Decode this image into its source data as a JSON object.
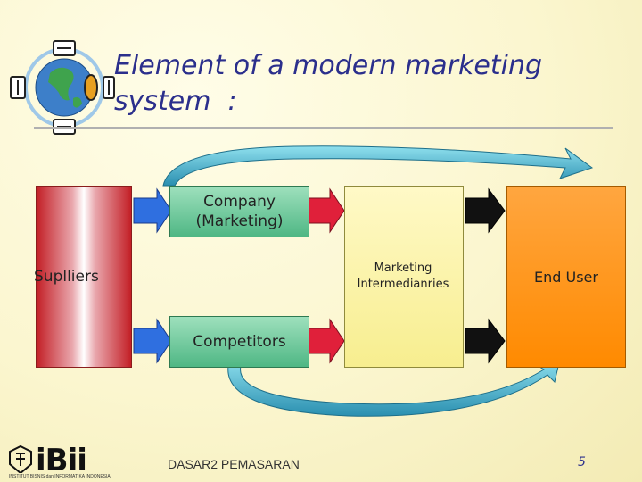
{
  "slide": {
    "title": "Element of a modern marketing system :",
    "title_line1": "Element of a modern marketing",
    "title_line2": "system  :",
    "boxes": {
      "suppliers": "Suplliers",
      "company_line1": "Company",
      "company_line2": "(Marketing)",
      "competitors": "Competitors",
      "intermediaries_line1": "Marketing",
      "intermediaries_line2": "Intermedianries",
      "end_user": "End User"
    },
    "colors": {
      "title": "#2b2f8c",
      "suppliers": "#c31f26",
      "green_box": "#4fb784",
      "intermediaries": "#f7ee8f",
      "end_user": "#ff8a00",
      "arrow_blue": "#2f6fe0",
      "arrow_red": "#e0203a",
      "arrow_black": "#111111",
      "cycle_arrow": "#3aa9c4"
    },
    "footer": {
      "center_text": "DASAR2 PEMASARAN",
      "page_number": "5",
      "logo_text": "iBii",
      "logo_tagline": "INSTITUT BISNIS dan INFORMATIKA INDONESIA"
    },
    "icons": [
      "globe-icon",
      "rotate-arrows-icon"
    ]
  }
}
